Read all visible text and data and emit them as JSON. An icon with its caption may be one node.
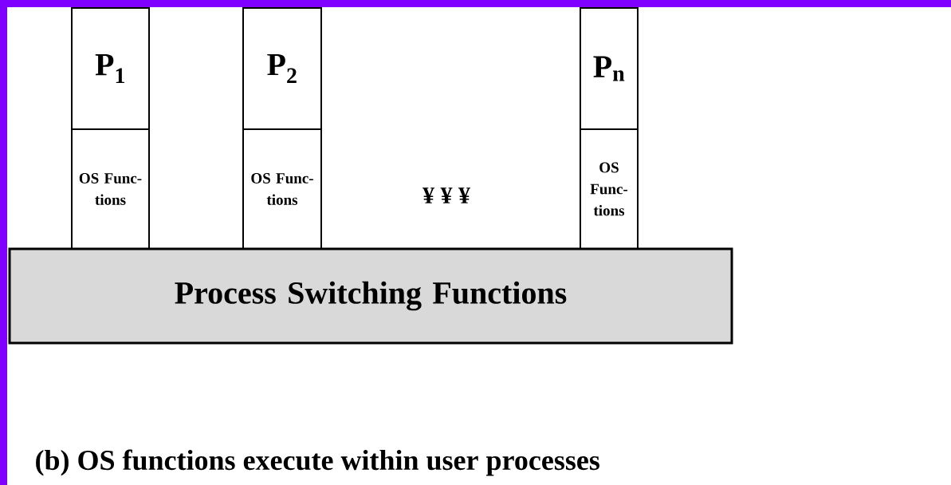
{
  "diagram": {
    "caption": "(b) OS functions execute within user processes",
    "nodes": [
      {
        "text": [
          "P$_{1}$"
        ]
      },
      {
        "text": [
          "OS Func- tions"
        ]
      },
      {
        "text": [
          "P$_{2}$"
        ]
      },
      {
        "text": [
          "OS Func- tions"
        ]
      },
      {
        "text": [
          "P$_{n}$"
        ]
      },
      {
        "text": [
          "OS Func- tions"
        ]
      },
      {
        "text": [
          "Process Switching Functions"
        ]
      }
    ],
    "labels": [
      "¥ ¥ ¥"
    ]
  }
}
